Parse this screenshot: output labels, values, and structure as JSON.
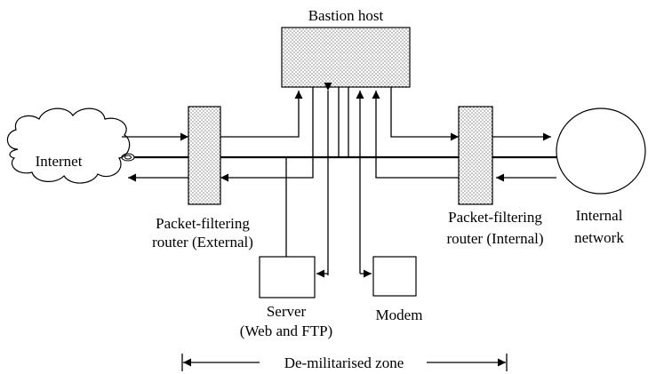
{
  "labels": {
    "bastion": "Bastion host",
    "internet": "Internet",
    "router_ext_1": "Packet-filtering",
    "router_ext_2": "router (External)",
    "router_int_1": "Packet-filtering",
    "router_int_2": "router (Internal)",
    "internal_1": "Internal",
    "internal_2": "network",
    "server_1": "Server",
    "server_2": "(Web and FTP)",
    "modem": "Modem",
    "dmz": "De-militarised zone"
  }
}
